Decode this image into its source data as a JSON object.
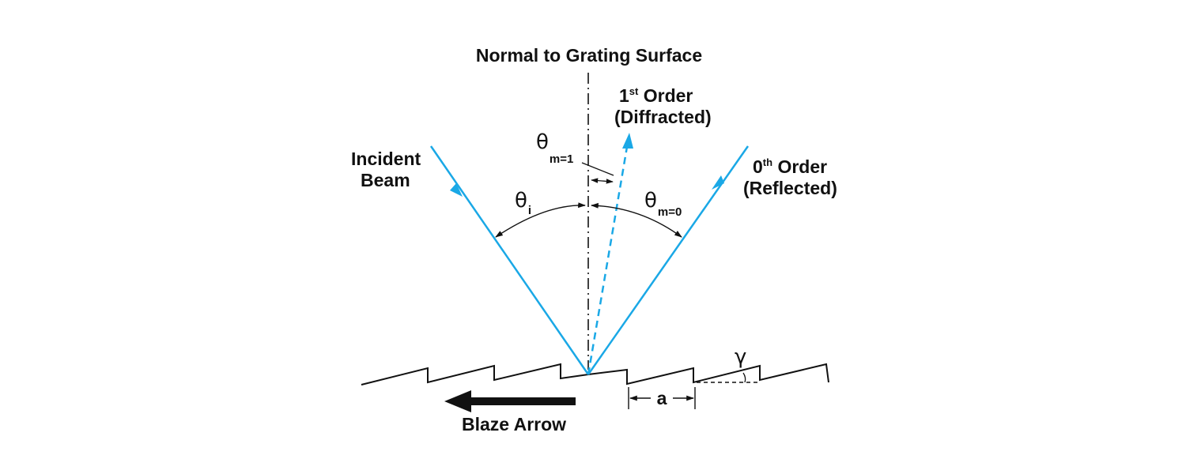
{
  "labels": {
    "normal": "Normal to Grating Surface",
    "first_order_num": "1",
    "first_order_sup": "st",
    "first_order_rest": " Order",
    "first_order_sub": "(Diffracted)",
    "incident_line1": "Incident",
    "incident_line2": "Beam",
    "zeroth_order_num": "0",
    "zeroth_order_sup": "th",
    "zeroth_order_rest": " Order",
    "zeroth_order_sub": "(Reflected)",
    "theta": "θ",
    "theta_i_sub": "i",
    "theta_m1_sub": "m=1",
    "theta_m0_sub": "m=0",
    "gamma": "γ",
    "period": "a",
    "blaze_arrow": "Blaze Arrow"
  },
  "colors": {
    "beam": "#1aa8e6",
    "ink": "#111111",
    "background": "#ffffff"
  }
}
